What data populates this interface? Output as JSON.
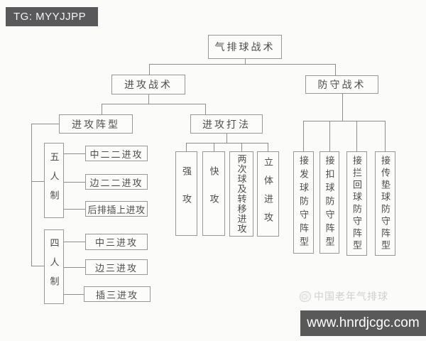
{
  "watermarks": {
    "tg_badge": "TG: MYYJJPP",
    "brand": "中国老年气排球",
    "url": "www.hnrdjcgc.com"
  },
  "colors": {
    "badge_bg": "#59595b",
    "urlbar_bg": "#595959",
    "line": "#8d8d8d",
    "box_border": "#979797",
    "text": "#4d4d4d",
    "background": "#fbfbf9"
  },
  "diagram": {
    "root": "气排球战术",
    "branches": [
      {
        "label": "进攻战术",
        "children": [
          {
            "label": "进攻阵型",
            "groups": [
              {
                "label": "五人制",
                "items": [
                  "中二二进攻",
                  "边二二进攻",
                  "后排插上进攻"
                ]
              },
              {
                "label": "四人制",
                "items": [
                  "中三进攻",
                  "边三进攻",
                  "插三进攻"
                ]
              }
            ]
          },
          {
            "label": "进攻打法",
            "items": [
              "强攻",
              "快攻",
              "两次球及转移进攻",
              "立体进攻"
            ]
          }
        ]
      },
      {
        "label": "防守战术",
        "items": [
          "接发球防守阵型",
          "接扣球防守阵型",
          "接拦回球防守阵型",
          "接传垫球防守阵型"
        ]
      }
    ]
  }
}
